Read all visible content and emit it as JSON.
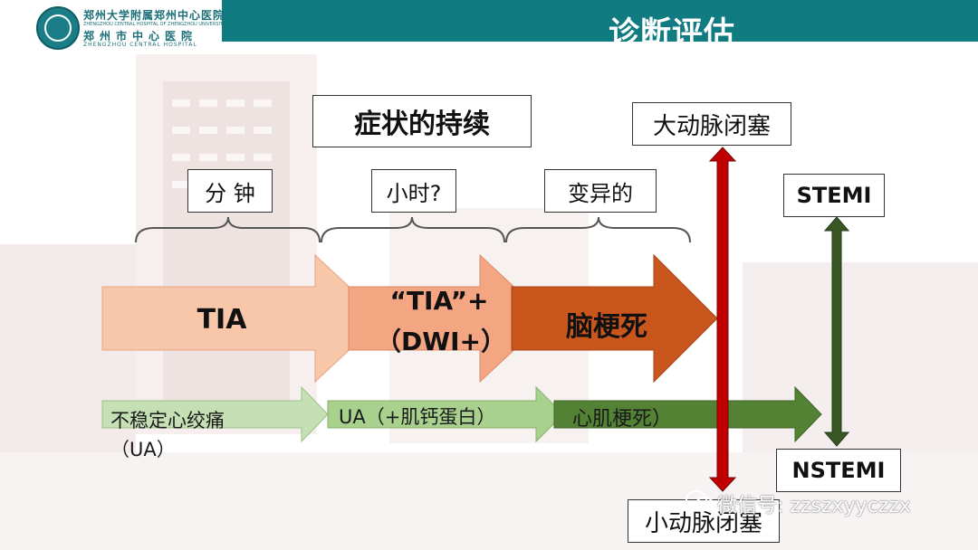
{
  "header": {
    "title": "诊断评估",
    "logo_line1": "郑州大学附属郑州中心医院",
    "logo_line2": "ZHENGZHOU CENTRAL HOSPITAL OF ZHENGZHOU UNIVERSITY",
    "logo_line3": "郑州市中心医院",
    "logo_line4": "ZHENGZHOU CENTRAL HOSPITAL"
  },
  "duration_label": "症状的持续",
  "time_labels": [
    "分 钟",
    "小时?",
    "变异的"
  ],
  "stroke_arrows": [
    {
      "label": "TIA",
      "color": "#f8c6a8"
    },
    {
      "label_line1": "“TIA”+",
      "label_line2": "（DWI+）",
      "color": "#f4a582"
    },
    {
      "label": "脑梗死",
      "color": "#c9561c"
    }
  ],
  "cardiac_arrows": [
    {
      "label_line1": "不稳定心绞痛",
      "label_line2": "（UA）",
      "color": "#c5e0b4"
    },
    {
      "label": "UA（+肌钙蛋白）",
      "color": "#a9d18e"
    },
    {
      "label": "心肌梗死）",
      "color": "#548235"
    }
  ],
  "vessel_labels": {
    "large": "大动脉闭塞",
    "small": "小动脉闭塞"
  },
  "mi_labels": {
    "top": "STEMI",
    "bottom": "NSTEMI"
  },
  "colors": {
    "header": "#117b82",
    "red_arrow": "#c00000",
    "green_arrow": "#385723"
  },
  "watermark": "微信号: zzszxyyczzx"
}
